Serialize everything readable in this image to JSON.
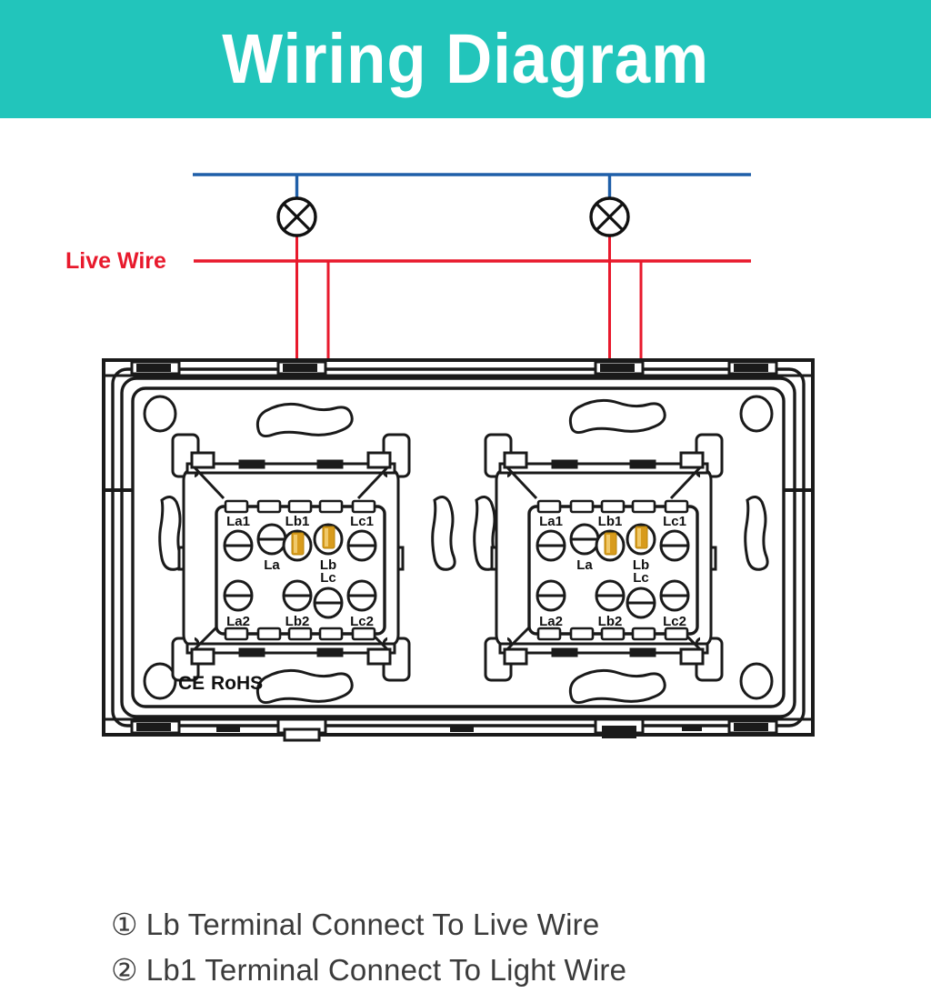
{
  "header": {
    "title": "Wiring Diagram",
    "background_color": "#22c5bb",
    "text_color": "#ffffff"
  },
  "diagram": {
    "type": "electrical-wiring-diagram",
    "device": "double touch wall switch panel",
    "wires": {
      "neutral": {
        "label": "",
        "color": "#1f5fa8",
        "orientation": "horizontal",
        "role": "neutral-bus"
      },
      "live": {
        "label": "Live Wire",
        "color": "#e8192c",
        "orientation": "horizontal",
        "role": "live-bus"
      }
    },
    "live_wire_label": "Live Wire",
    "lamps": [
      {
        "name": "lamp-1",
        "symbol": "circle-with-x",
        "connects_top_to": "neutral-bus",
        "connects_bottom_to": "Lb1"
      },
      {
        "name": "lamp-2",
        "symbol": "circle-with-x",
        "connects_top_to": "neutral-bus",
        "connects_bottom_to": "Lb1"
      }
    ],
    "connections": [
      {
        "from": "lamp-1",
        "to": "module-1 Lb1",
        "wire": "light",
        "color": "#e8192c"
      },
      {
        "from": "live-bus",
        "to": "module-1 Lb",
        "wire": "live",
        "color": "#e8192c"
      },
      {
        "from": "lamp-2",
        "to": "module-2 Lb1",
        "wire": "light",
        "color": "#e8192c"
      },
      {
        "from": "live-bus",
        "to": "module-2 Lb",
        "wire": "live",
        "color": "#e8192c"
      }
    ]
  },
  "panel": {
    "marking_ce": "CE",
    "marking_rohs": "RoHS",
    "modules": [
      {
        "name": "module-1",
        "terminals_top": [
          {
            "id": "La1",
            "label": "La1",
            "label_pos": "above",
            "wired": false
          },
          {
            "id": "La",
            "label": "La",
            "label_pos": "below",
            "wired": false
          },
          {
            "id": "Lb1",
            "label": "Lb1",
            "label_pos": "above",
            "wired": true,
            "wire_color": "#d89b1c"
          },
          {
            "id": "Lb",
            "label": "Lb",
            "label_pos": "below",
            "wired": true,
            "wire_color": "#d89b1c"
          },
          {
            "id": "Lc1",
            "label": "Lc1",
            "label_pos": "above",
            "wired": false
          }
        ],
        "terminals_bottom": [
          {
            "id": "La2",
            "label": "La2",
            "label_pos": "below",
            "wired": false
          },
          {
            "id": "Lb2",
            "label": "Lb2",
            "label_pos": "below",
            "wired": false
          },
          {
            "id": "Lc",
            "label": "Lc",
            "label_pos": "above",
            "wired": false
          },
          {
            "id": "Lc2",
            "label": "Lc2",
            "label_pos": "below",
            "wired": false
          }
        ]
      },
      {
        "name": "module-2",
        "terminals_top": [
          {
            "id": "La1",
            "label": "La1",
            "label_pos": "above",
            "wired": false
          },
          {
            "id": "La",
            "label": "La",
            "label_pos": "below",
            "wired": false
          },
          {
            "id": "Lb1",
            "label": "Lb1",
            "label_pos": "above",
            "wired": true,
            "wire_color": "#d89b1c"
          },
          {
            "id": "Lb",
            "label": "Lb",
            "label_pos": "below",
            "wired": true,
            "wire_color": "#d89b1c"
          },
          {
            "id": "Lc1",
            "label": "Lc1",
            "label_pos": "above",
            "wired": false
          }
        ],
        "terminals_bottom": [
          {
            "id": "La2",
            "label": "La2",
            "label_pos": "below",
            "wired": false
          },
          {
            "id": "Lb2",
            "label": "Lb2",
            "label_pos": "below",
            "wired": false
          },
          {
            "id": "Lc",
            "label": "Lc",
            "label_pos": "above",
            "wired": false
          },
          {
            "id": "Lc2",
            "label": "Lc2",
            "label_pos": "below",
            "wired": false
          }
        ]
      }
    ]
  },
  "captions": [
    {
      "number": "①",
      "text": "Lb Terminal Connect To Live Wire"
    },
    {
      "number": "②",
      "text": "Lb1 Terminal Connect To Light Wire"
    }
  ],
  "colors": {
    "accent": "#22c5bb",
    "live_wire": "#e8192c",
    "neutral_wire": "#1f5fa8",
    "outline": "#1a1a1a",
    "caption_text": "#3b3b3b",
    "terminal_wire": "#d89b1c"
  }
}
